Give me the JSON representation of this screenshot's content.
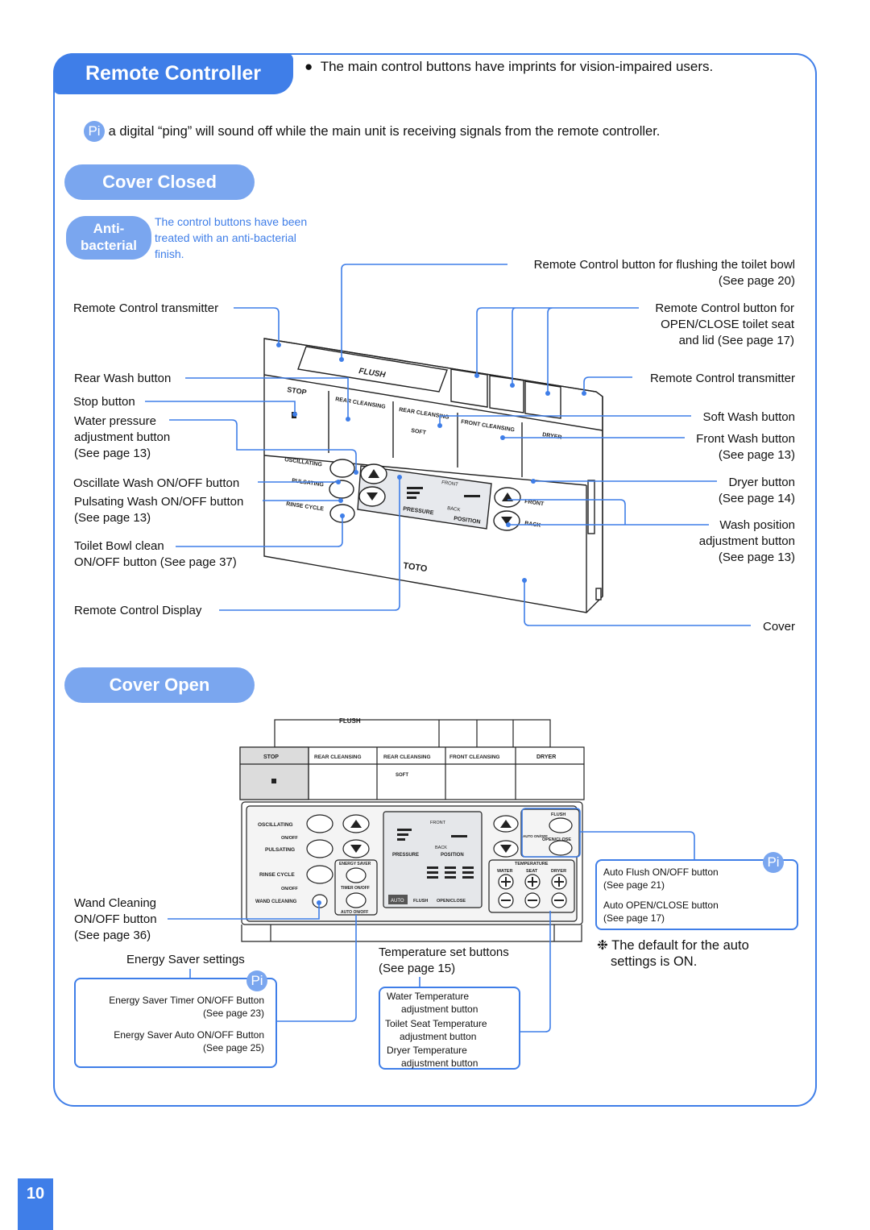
{
  "header": {
    "title": "Remote Controller",
    "bullet": "The main control buttons have imprints for vision-impaired users.",
    "ping_note": "a digital “ping” will sound off while the main unit is receiving signals from the remote controller."
  },
  "cover_closed": {
    "title": "Cover Closed",
    "anti_bacterial": {
      "line1": "Anti-",
      "line2": "bacterial",
      "note1": "The control buttons have been",
      "note2": "treated with an anti-bacterial",
      "note3": "finish."
    },
    "labels_left": {
      "transmitter": "Remote Control transmitter",
      "rear_wash": "Rear Wash button",
      "stop": "Stop button",
      "water_pressure1": "Water pressure",
      "water_pressure2": "adjustment button",
      "water_pressure3": "(See page 13)",
      "oscillate": "Oscillate Wash ON/OFF button",
      "pulsating1": "Pulsating Wash ON/OFF button",
      "pulsating2": "(See page 13)",
      "bowl1": "Toilet Bowl clean",
      "bowl2": "ON/OFF button (See page 37)",
      "display": "Remote Control Display"
    },
    "labels_right": {
      "flush1": "Remote Control button for flushing the toilet bowl",
      "flush2": "(See page 20)",
      "open1": "Remote Control button for",
      "open2": "OPEN/CLOSE toilet seat",
      "open3": "and lid (See page 17)",
      "transmitter": "Remote Control transmitter",
      "soft": "Soft Wash button",
      "front1": "Front Wash button",
      "front2": "(See page 13)",
      "dryer1": "Dryer button",
      "dryer2": "(See page 14)",
      "position1": "Wash position",
      "position2": "adjustment button",
      "position3": "(See page 13)",
      "cover": "Cover"
    },
    "device": {
      "flush": "FLUSH",
      "stop": "STOP",
      "rear1": "REAR CLEANSING",
      "rear2": "REAR CLEANSING",
      "soft": "SOFT",
      "front_cl": "FRONT CLEANSING",
      "dryer": "DRYER",
      "oscillating": "OSCILLATING",
      "pulsating": "PULSATING",
      "rinse": "RINSE CYCLE",
      "disp_front": "FRONT",
      "disp_back": "BACK",
      "pressure": "PRESSURE",
      "position": "POSITION",
      "front": "FRONT",
      "back": "BACK",
      "brand": "TOTO"
    }
  },
  "cover_open": {
    "title": "Cover Open",
    "device": {
      "flush": "FLUSH",
      "stop": "STOP",
      "rear1": "REAR CLEANSING",
      "rear2": "REAR CLEANSING",
      "soft": "SOFT",
      "front_cl": "FRONT CLEANSING",
      "dryer": "DRYER",
      "oscillating": "OSCILLATING",
      "onoff1": "ON/OFF",
      "pulsating": "PULSATING",
      "rinse": "RINSE CYCLE",
      "onoff2": "ON/OFF",
      "wand": "WAND CLEANING",
      "energy_saver": "ENERGY SAVER",
      "timer": "TIMER ON/OFF",
      "auto_onoff": "AUTO ON/OFF",
      "disp_front": "FRONT",
      "disp_back": "BACK",
      "pressure": "PRESSURE",
      "position": "POSITION",
      "auto": "AUTO",
      "flush_l": "FLUSH",
      "open_close": "OPEN/CLOSE",
      "flush_r": "FLUSH",
      "auto_on_off": "AUTO ON/OFF",
      "open_close_r": "OPEN/CLOSE",
      "temperature": "TEMPERATURE",
      "water": "WATER",
      "seat": "SEAT",
      "dryer_t": "DRYER"
    },
    "wand1": "Wand Cleaning",
    "wand2": "ON/OFF button",
    "wand3": "(See page 36)",
    "energy_title": "Energy Saver settings",
    "energy_timer1": "Energy Saver Timer ON/OFF Button",
    "energy_timer2": "(See page 23)",
    "energy_auto1": "Energy Saver Auto ON/OFF Button",
    "energy_auto2": "(See page 25)",
    "temp_title1": "Temperature set buttons",
    "temp_title2": "(See page 15)",
    "temp_water1": "Water Temperature",
    "temp_water2": "adjustment button",
    "temp_seat1": "Toilet Seat Temperature",
    "temp_seat2": "adjustment button",
    "temp_dryer1": "Dryer Temperature",
    "temp_dryer2": "adjustment button",
    "auto_flush1": "Auto Flush ON/OFF button",
    "auto_flush2": "(See page 21)",
    "auto_open1": "Auto OPEN/CLOSE button",
    "auto_open2": "(See page 17)",
    "default1": "The default for the auto",
    "default2": "settings is ON.",
    "default_mark": "❉"
  },
  "pi_mark": "Pi",
  "page_number": "10"
}
